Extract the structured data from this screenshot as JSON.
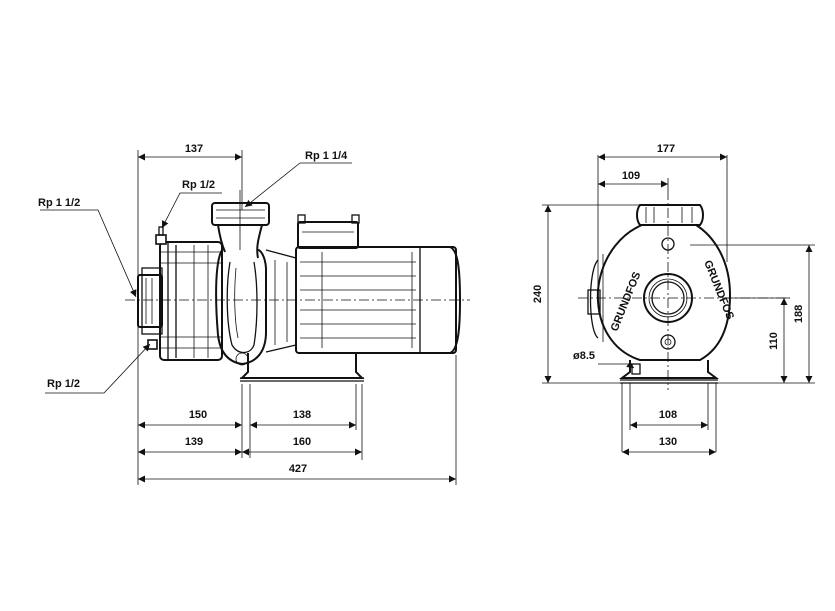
{
  "side_view": {
    "dims": {
      "d137": "137",
      "d150": "150",
      "d138": "138",
      "d139": "139",
      "d160": "160",
      "d427": "427"
    },
    "labels": {
      "rp_1_1_4": "Rp 1 1/4",
      "rp_1_2_top": "Rp 1/2",
      "rp_1_1_2": "Rp 1 1/2",
      "rp_1_2_bottom": "Rp 1/2"
    }
  },
  "end_view": {
    "dims": {
      "d177": "177",
      "d109": "109",
      "d240": "240",
      "d188": "188",
      "d110": "110",
      "d108": "108",
      "d130": "130",
      "hole": "ø8.5"
    },
    "brand_left": "GRUNDFOS",
    "brand_right": "GRUNDFOS"
  }
}
